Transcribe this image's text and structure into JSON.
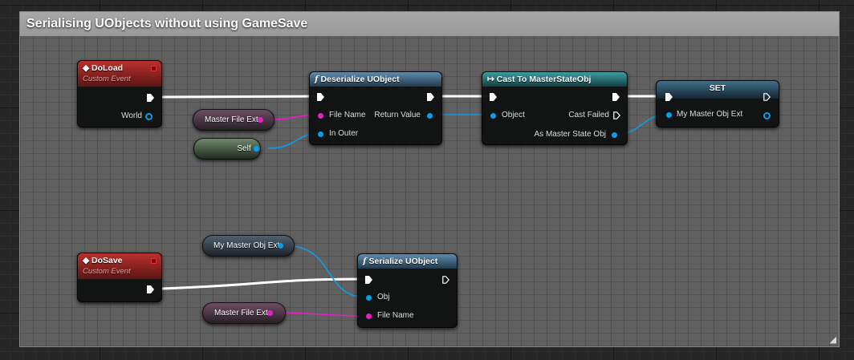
{
  "comment": {
    "title": "Serialising UObjects without using GameSave"
  },
  "nodes": {
    "doload": {
      "title": "DoLoad",
      "subtitle": "Custom Event",
      "pin_world": "World"
    },
    "deserialize": {
      "title": "Deserialize UObject",
      "pin_file_name": "File Name",
      "pin_in_outer": "In Outer",
      "pin_return_value": "Return Value"
    },
    "cast": {
      "title": "Cast To MasterStateObj",
      "pin_object": "Object",
      "pin_cast_failed": "Cast Failed",
      "pin_as_master": "As Master State Obj"
    },
    "set": {
      "title": "SET",
      "pin_my_master": "My Master Obj Ext"
    },
    "dosave": {
      "title": "DoSave",
      "subtitle": "Custom Event"
    },
    "serialize": {
      "title": "Serialize UObject",
      "pin_obj": "Obj",
      "pin_file_name": "File Name"
    }
  },
  "variables": {
    "master_file_ext_1": "Master File Ext",
    "self": "Self",
    "my_master_obj_ext": "My Master Obj Ext",
    "master_file_ext_2": "Master File Ext"
  },
  "colors": {
    "exec_wire": "#ffffff",
    "object_pin": "#0a9ee8",
    "string_pin": "#e61ec6",
    "event_header": "#b8312e",
    "function_header": "#3f6b8c",
    "cast_header": "#2d8a90"
  }
}
